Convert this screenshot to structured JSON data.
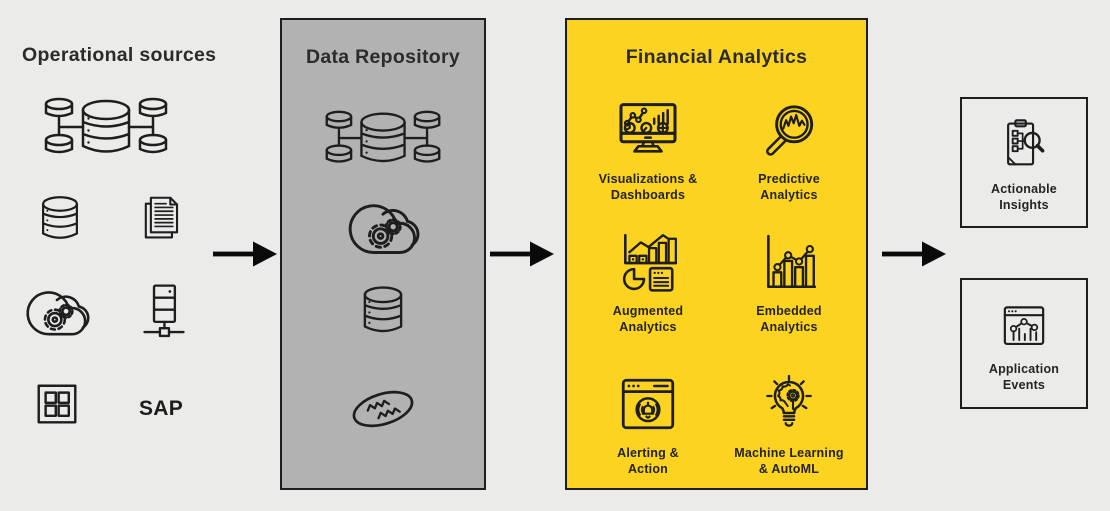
{
  "colors": {
    "background": "#EBEBE9",
    "ink": "#1E1E1E",
    "text": "#2B2B2B",
    "repository_bg": "#B2B2B2",
    "analytics_bg": "#FBD320",
    "box_border": "#1E1E1E",
    "arrow": "#0A0A0A"
  },
  "sources": {
    "title": "Operational sources",
    "items": [
      {
        "icon": "networked-database-icon"
      },
      {
        "icon": "database-icon"
      },
      {
        "icon": "documents-icon"
      },
      {
        "icon": "cloud-integration-icon"
      },
      {
        "icon": "server-icon"
      },
      {
        "icon": "application-window-icon"
      },
      {
        "icon": "sap-label",
        "label": "SAP"
      }
    ]
  },
  "repository": {
    "title": "Data Repository",
    "items": [
      {
        "icon": "networked-database-icon"
      },
      {
        "icon": "cloud-integration-icon"
      },
      {
        "icon": "database-icon"
      },
      {
        "icon": "data-lake-icon"
      }
    ]
  },
  "analytics": {
    "title": "Financial Analytics",
    "items": [
      {
        "icon": "visualizations-dashboards-icon",
        "label": "Visualizations &\nDashboards"
      },
      {
        "icon": "predictive-analytics-icon",
        "label": "Predictive\nAnalytics"
      },
      {
        "icon": "augmented-analytics-icon",
        "label": "Augmented\nAnalytics"
      },
      {
        "icon": "embedded-analytics-icon",
        "label": "Embedded\nAnalytics"
      },
      {
        "icon": "alerting-action-icon",
        "label": "Alerting &\nAction"
      },
      {
        "icon": "machine-learning-automl-icon",
        "label": "Machine Learning\n& AutoML"
      }
    ]
  },
  "outputs": [
    {
      "icon": "actionable-insights-icon",
      "label": "Actionable\nInsights"
    },
    {
      "icon": "application-events-icon",
      "label": "Application\nEvents"
    }
  ],
  "arrows": [
    {
      "icon": "right-arrow-icon"
    },
    {
      "icon": "right-arrow-icon"
    },
    {
      "icon": "right-arrow-icon"
    }
  ]
}
